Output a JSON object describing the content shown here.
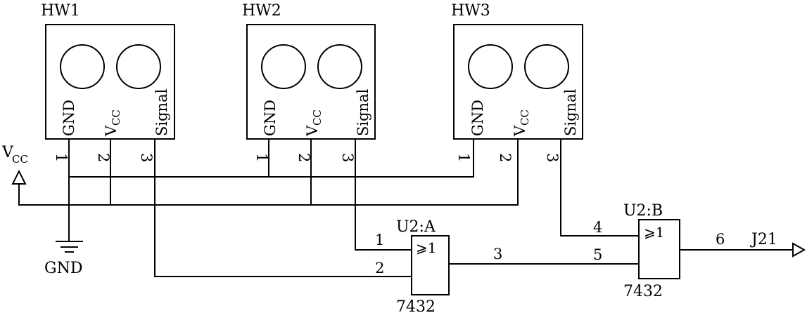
{
  "sensors": [
    {
      "name": "HW1",
      "pins": [
        "GND",
        "V",
        "CC",
        "Signal"
      ],
      "pin_numbers": [
        "1",
        "2",
        "3"
      ]
    },
    {
      "name": "HW2",
      "pins": [
        "GND",
        "V",
        "CC",
        "Signal"
      ],
      "pin_numbers": [
        "1",
        "2",
        "3"
      ]
    },
    {
      "name": "HW3",
      "pins": [
        "GND",
        "V",
        "CC",
        "Signal"
      ],
      "pin_numbers": [
        "1",
        "2",
        "3"
      ]
    }
  ],
  "power": {
    "vcc_main": "V",
    "vcc_sub": "CC",
    "gnd": "GND"
  },
  "gates": [
    {
      "ref": "U2:A",
      "symbol": "⩾1",
      "part": "7432",
      "in1": "1",
      "in2": "2",
      "out": "3"
    },
    {
      "ref": "U2:B",
      "symbol": "⩾1",
      "part": "7432",
      "in1": "4",
      "in2": "5",
      "out": "6"
    }
  ],
  "output": {
    "label": "J21"
  }
}
